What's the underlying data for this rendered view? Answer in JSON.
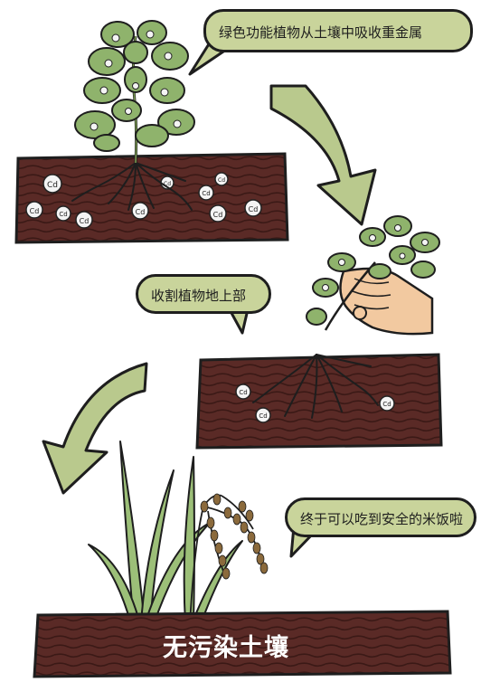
{
  "bubbles": {
    "absorb": "绿色功能植物从土壤中吸收重金属",
    "harvest": "收割植物地上部",
    "eat": "终于可以吃到安全的米饭啦"
  },
  "soil": {
    "final_label": "无污染土壤",
    "metal_symbol": "Cd"
  },
  "colors": {
    "soil": "#5a2a26",
    "soil_stripe": "#3b1916",
    "leaf": "#8fb36c",
    "bubble": "#c9d49b",
    "arrow": "#b9c98d",
    "rice_grain": "#8b6a3c",
    "skin": "#f2c9a0"
  }
}
